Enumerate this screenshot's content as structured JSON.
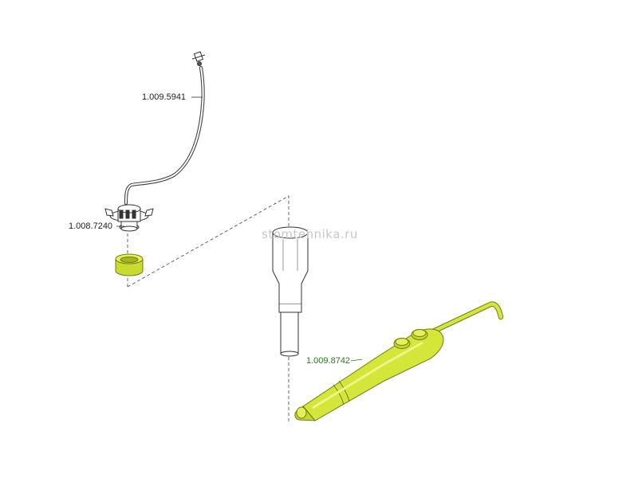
{
  "watermark": "stomtehnika.ru",
  "parts": [
    {
      "number": "1.009.5941",
      "highlighted": false
    },
    {
      "number": "1.008.7240",
      "highlighted": false
    },
    {
      "number": "1.009.8742",
      "highlighted": true
    }
  ],
  "colors": {
    "highlight_fill": "#d4e63a",
    "highlight_stroke": "#6f7d12",
    "line": "#444444",
    "label_highlight": "#2a7a1e"
  }
}
